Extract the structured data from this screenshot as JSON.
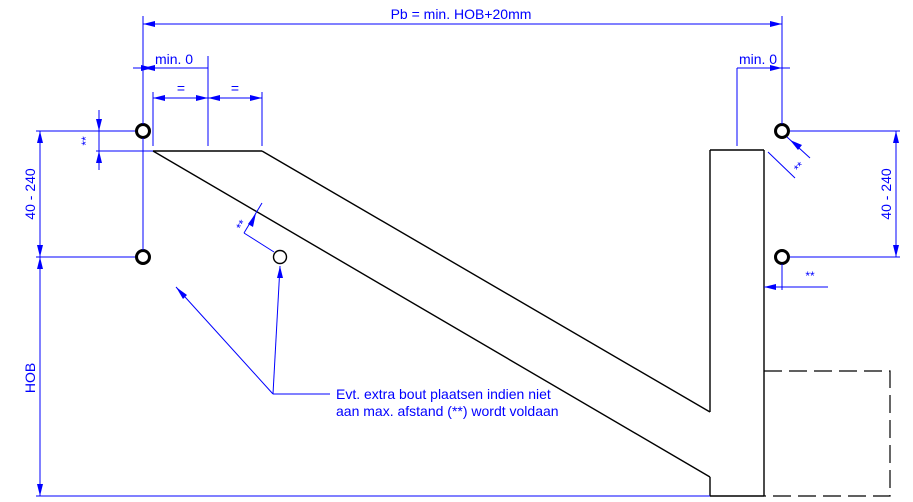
{
  "labels": {
    "pb": "Pb = min. HOB+20mm",
    "min_left": "min. 0",
    "min_right": "min. 0",
    "equal_1": "=",
    "equal_2": "=",
    "range_left": "40 - 240",
    "range_right": "40 - 240",
    "hob": "HOB",
    "star_left": "**",
    "star_diag_left": "**",
    "star_diag_right": "**",
    "star_bottom_right": "**",
    "note_line1": "Evt. extra bout plaatsen indien niet",
    "note_line2": "aan max. afstand (**) wordt voldaan"
  },
  "colors": {
    "dimension": "#0000ff",
    "object": "#000000",
    "background": "#ffffff"
  }
}
